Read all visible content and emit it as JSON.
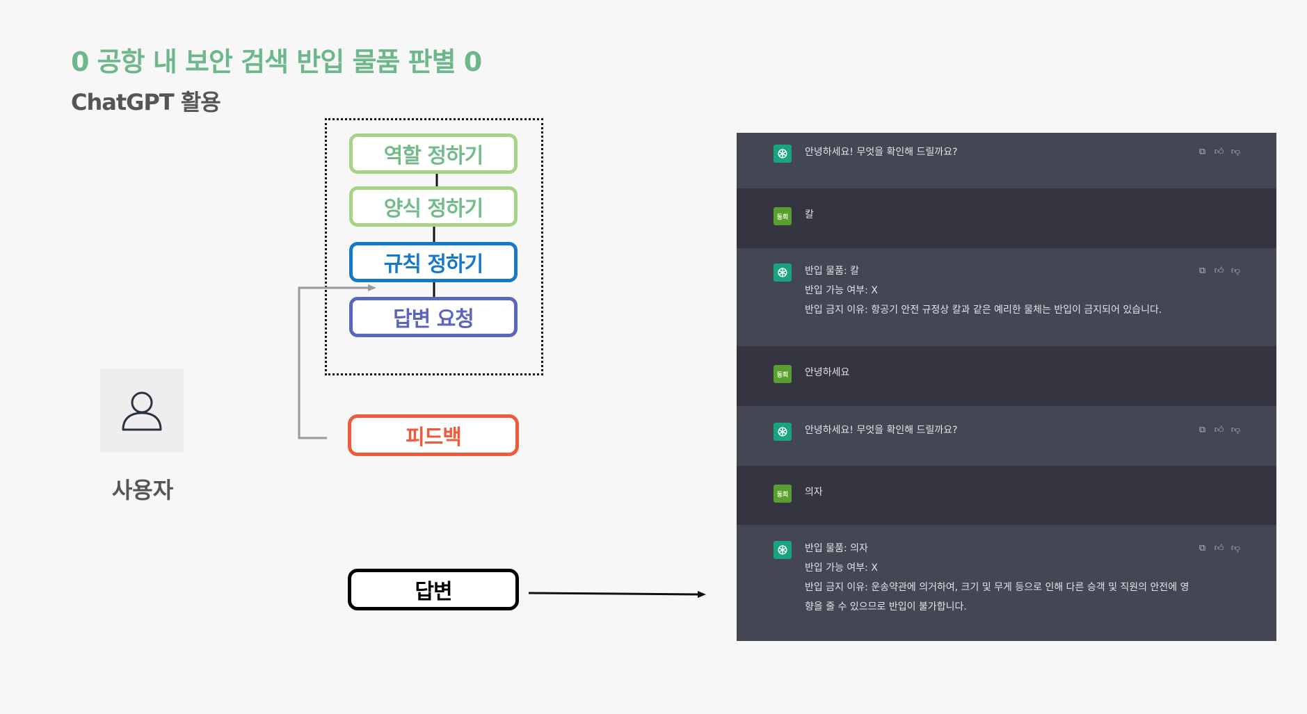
{
  "header": {
    "title": "0 공항 내 보안 검색 반입 물품 판별 0",
    "subtitle": "ChatGPT 활용"
  },
  "user": {
    "label": "사용자",
    "icon": "user-icon"
  },
  "steps": {
    "role": "역할 정하기",
    "format": "양식 정하기",
    "rules": "규칙 정하기",
    "request": "답변 요청",
    "feedback": "피드백",
    "answer": "답변"
  },
  "colors": {
    "title": "#6db88a",
    "step_green": "#a6d486",
    "step_blue": "#1578c9",
    "step_indigo": "#5a66bd",
    "feedback": "#f05a3c",
    "chat_bot_bg": "#444654",
    "chat_user_bg": "#343541",
    "bot_avatar": "#19a37f",
    "user_avatar": "#5a9e2f"
  },
  "chat": {
    "user_avatar_label": "동희",
    "messages": [
      {
        "role": "bot",
        "lines": [
          "안녕하세요! 무엇을 확인해 드릴까요?"
        ]
      },
      {
        "role": "user",
        "lines": [
          "칼"
        ]
      },
      {
        "role": "bot",
        "lines": [
          "반입 물품: 칼",
          "반입 가능 여부: X",
          "반입 금지 이유: 항공기 안전 규정상 칼과 같은 예리한 물체는 반입이 금지되어 있습니다."
        ]
      },
      {
        "role": "user",
        "lines": [
          "안녕하세요"
        ]
      },
      {
        "role": "bot",
        "lines": [
          "안녕하세요! 무엇을 확인해 드릴까요?"
        ]
      },
      {
        "role": "user",
        "lines": [
          "의자"
        ]
      },
      {
        "role": "bot",
        "lines": [
          "반입 물품: 의자",
          "반입 가능 여부: X",
          "반입 금지 이유: 운송약관에 의거하여, 크기 및 무게 등으로 인해 다른 승객 및 직원의 안전에 영",
          "향을 줄 수 있으므로 반입이 불가합니다."
        ]
      }
    ]
  }
}
